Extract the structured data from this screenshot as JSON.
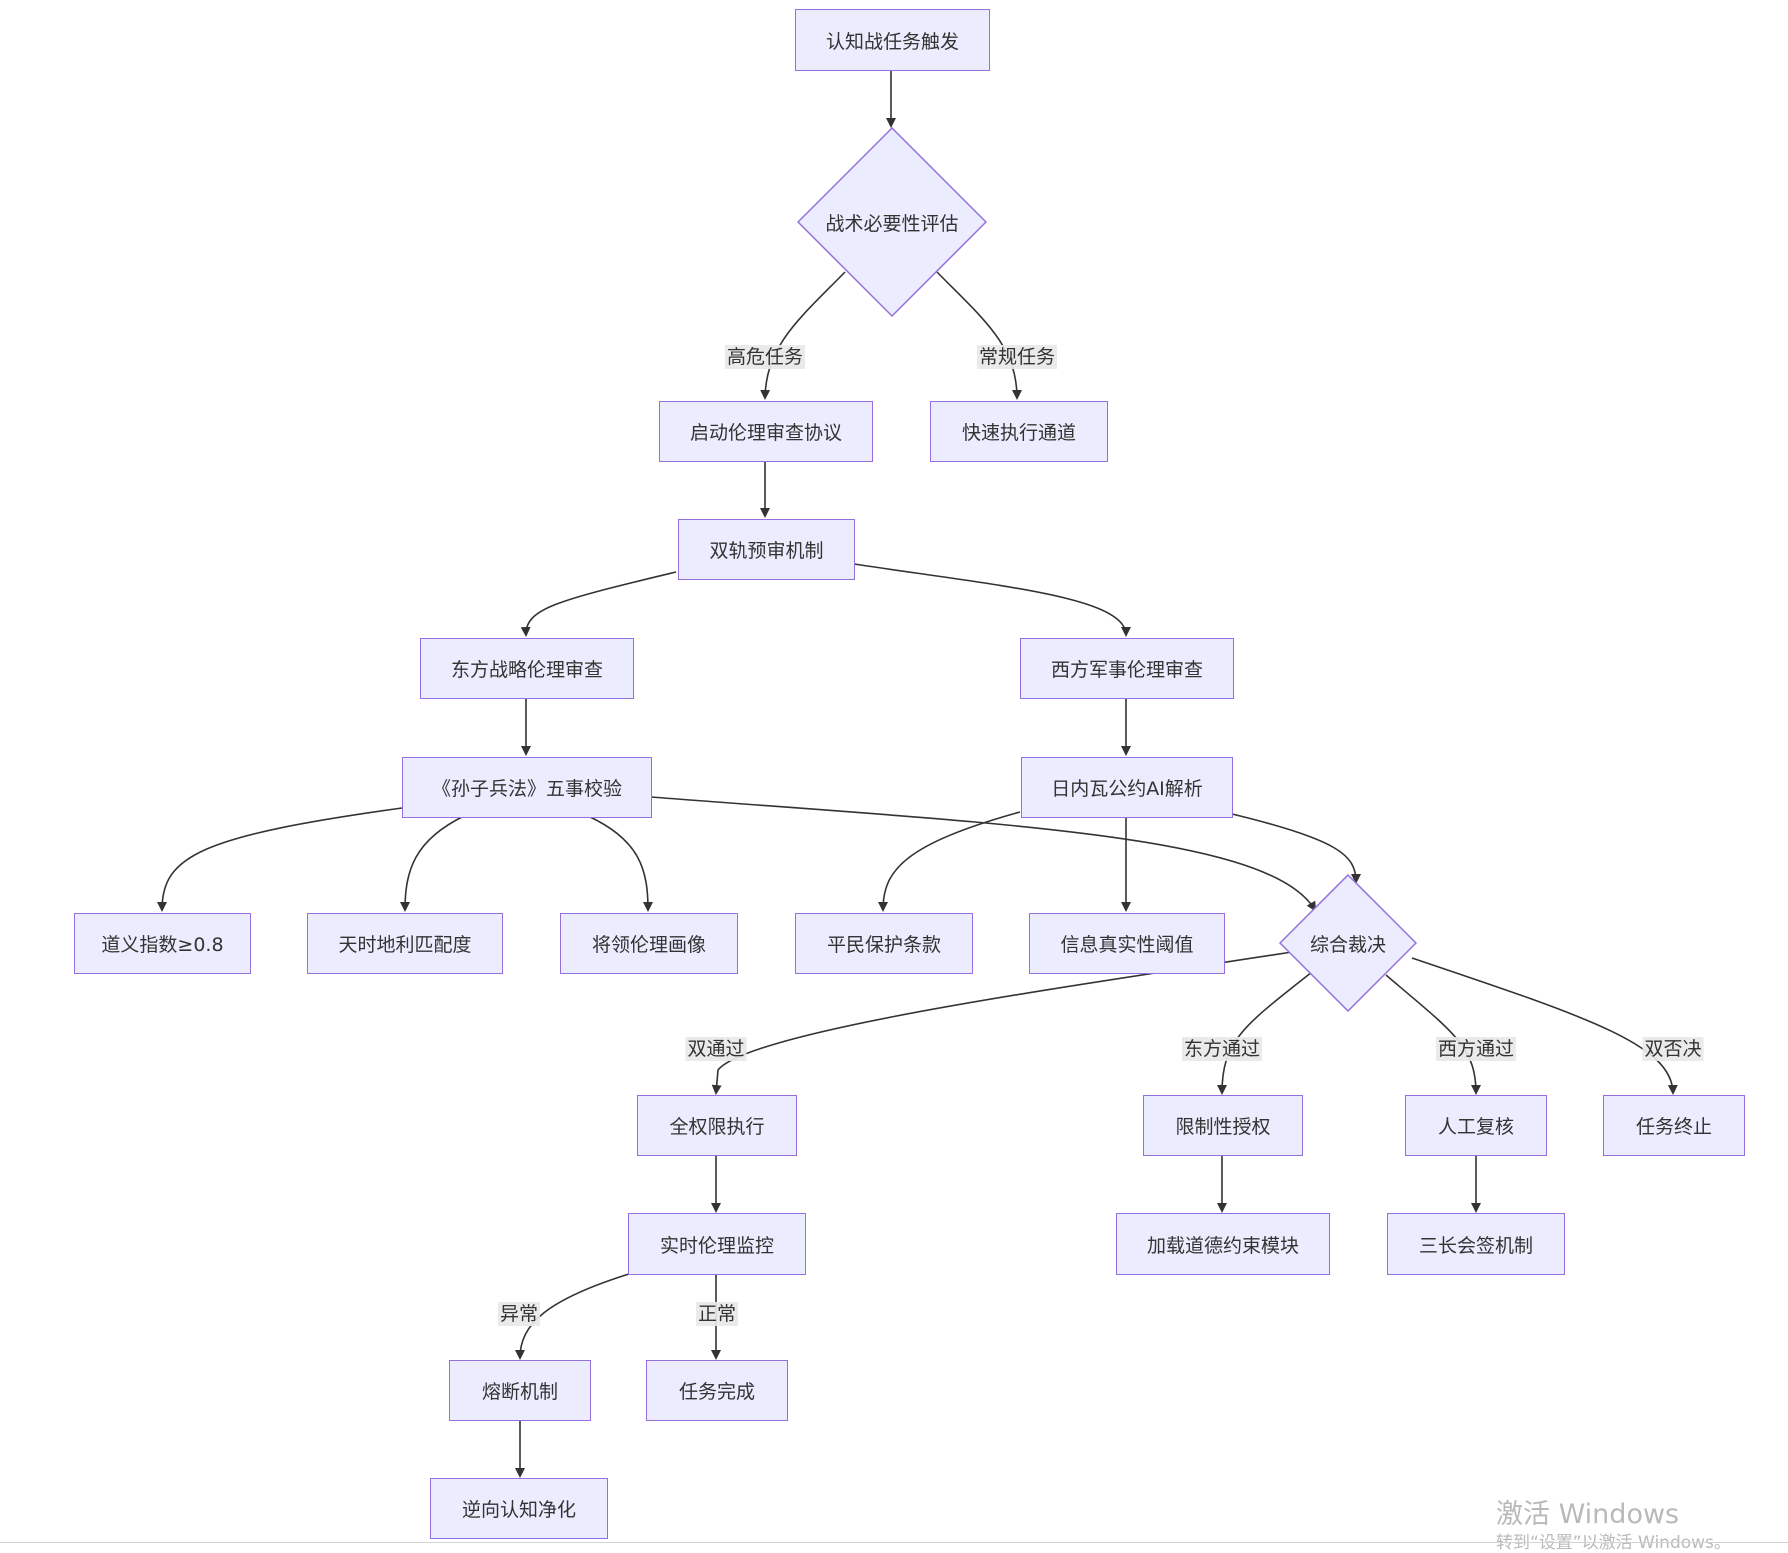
{
  "diagram": {
    "type": "flowchart",
    "colors": {
      "node_fill": "#ECECFF",
      "node_border": "#9370DB",
      "edge": "#333333",
      "label_bg": "#E8E8E8"
    },
    "nodes": {
      "trigger": "认知战任务触发",
      "assess": "战术必要性评估",
      "ethics_start": "启动伦理审查协议",
      "fast": "快速执行通道",
      "dual": "双轨预审机制",
      "east": "东方战略伦理审查",
      "west": "西方军事伦理审查",
      "sunzi": "《孙子兵法》五事校验",
      "geneva": "日内瓦公约AI解析",
      "justice": "道义指数≥0.8",
      "tianshi": "天时地利匹配度",
      "general": "将领伦理画像",
      "civilian": "平民保护条款",
      "truth": "信息真实性阈值",
      "verdict": "综合裁决",
      "fullexec": "全权限执行",
      "limited": "限制性授权",
      "review": "人工复核",
      "terminate": "任务终止",
      "monitor": "实时伦理监控",
      "moral": "加载道德约束模块",
      "cosign": "三长会签机制",
      "fuse": "熔断机制",
      "done": "任务完成",
      "reverse": "逆向认知净化"
    },
    "edge_labels": {
      "high_risk": "高危任务",
      "routine": "常规任务",
      "both_pass": "双通过",
      "east_pass": "东方通过",
      "west_pass": "西方通过",
      "both_veto": "双否决",
      "abnormal": "异常",
      "normal": "正常"
    }
  },
  "watermark": {
    "line1": "激活 Windows",
    "line2": "转到“设置”以激活 Windows。"
  }
}
